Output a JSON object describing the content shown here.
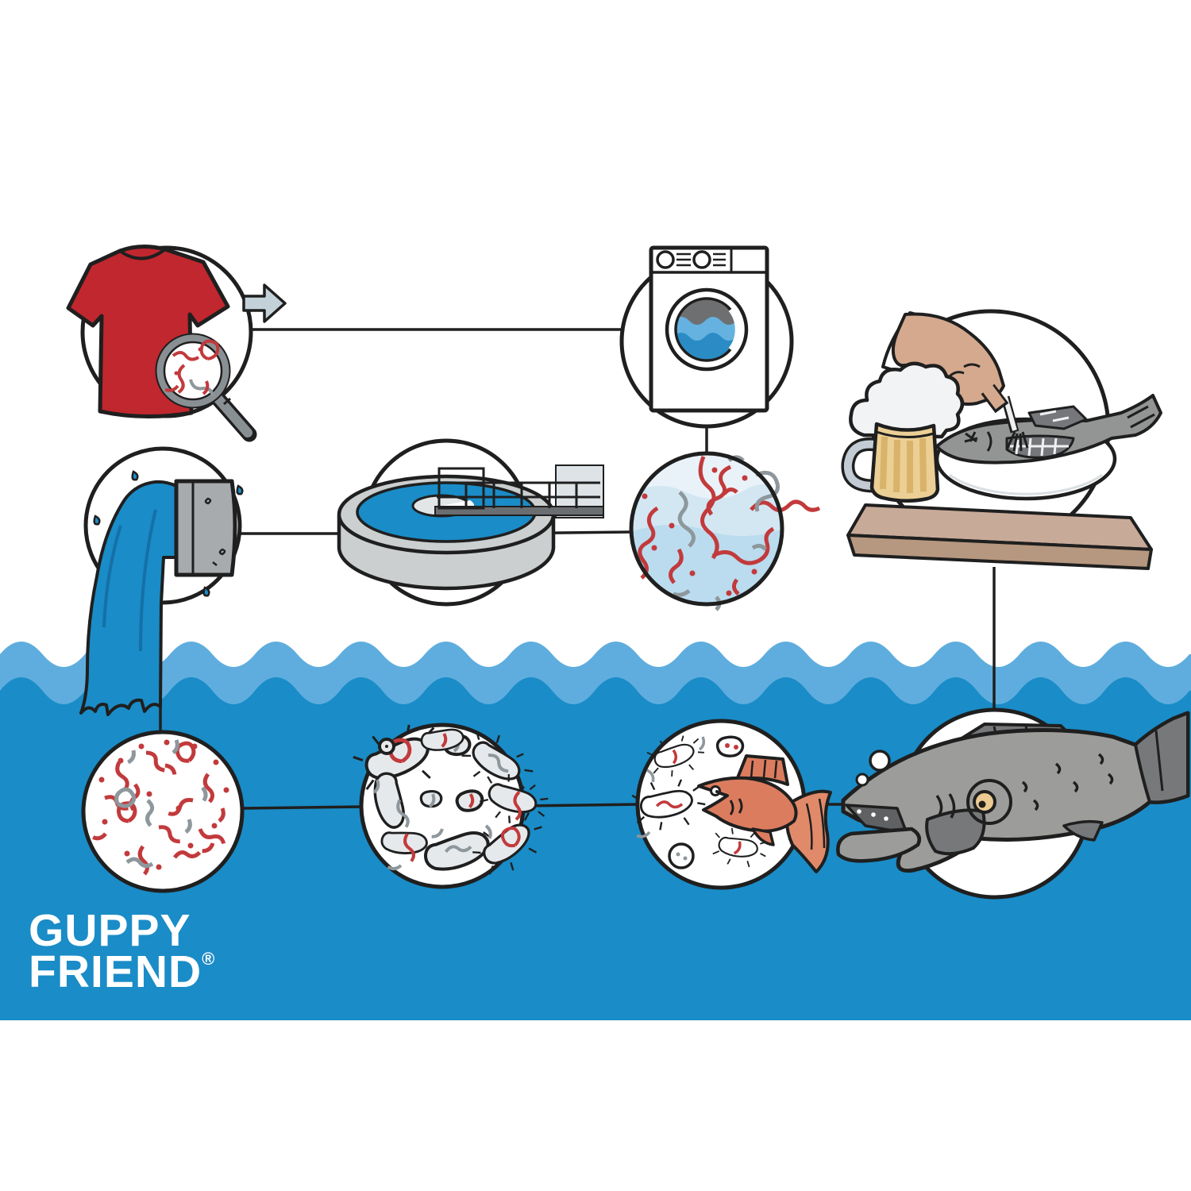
{
  "logo": {
    "line1": "GUPPY",
    "line2": "FRIEND",
    "registered": "®"
  },
  "colors": {
    "outline": "#1f1f1f",
    "ocean": "#1a8cc7",
    "wave_light": "#5fadde",
    "shirt_red": "#c1272e",
    "fiber_red": "#c23a3c",
    "fiber_gray": "#8e979c",
    "arrow_gray": "#c3d2d9",
    "lens_gray": "#899094",
    "pipe_gray": "#a7abae",
    "basin_gray": "#cbcfd0",
    "hub_gray": "#e2e6e7",
    "walkway_gray": "#6a6e71",
    "drum_gray": "#6e6f71",
    "washer_water_light": "#65b2e0",
    "washer_water_dark": "#2b8cc5",
    "glass_blue_1": "#e9f2f9",
    "glass_blue_2": "#d3e7f3",
    "glass_blue_3": "#badcee",
    "table_brown": "#c8aa98",
    "table_brown_dark": "#b6977f",
    "beer_gold": "#eccf95",
    "beer_stripe": "#d8b369",
    "foam_white": "#f1f3f5",
    "mug_handle": "#c3ccd4",
    "skin": "#d5a98e",
    "plate_fish_gray": "#939494",
    "plate_fish_dark": "#75777a",
    "small_fish_orange": "#dc7c5e",
    "small_fish_tail": "#e08a6a",
    "big_fish_gray": "#9c9c9a",
    "big_fish_fin": "#76787a",
    "big_fish_mouth": "#5f6163",
    "fish_eye_yellow": "#eccb92",
    "microbe_fill": "#e6e9eb",
    "water_streak": "#1470a8"
  },
  "flow_icons": [
    {
      "id": "tshirt",
      "icon": "red-tshirt-with-microfiber-magnifier-icon"
    },
    {
      "id": "washing-machine",
      "icon": "washing-machine-icon"
    },
    {
      "id": "wash-water",
      "icon": "microfibers-in-wash-water-icon"
    },
    {
      "id": "treatment-plant",
      "icon": "wastewater-treatment-basin-icon"
    },
    {
      "id": "outflow",
      "icon": "sewage-outflow-pipe-icon"
    },
    {
      "id": "dinner",
      "icon": "person-eating-fish-with-beer-icon"
    },
    {
      "id": "ocean-fibers",
      "icon": "microfibers-in-ocean-icon"
    },
    {
      "id": "microbes",
      "icon": "microbes-ingesting-fibers-icon"
    },
    {
      "id": "small-fish",
      "icon": "small-fish-eating-microbes-icon"
    },
    {
      "id": "big-fish",
      "icon": "large-fish-eating-small-fish-icon"
    }
  ]
}
